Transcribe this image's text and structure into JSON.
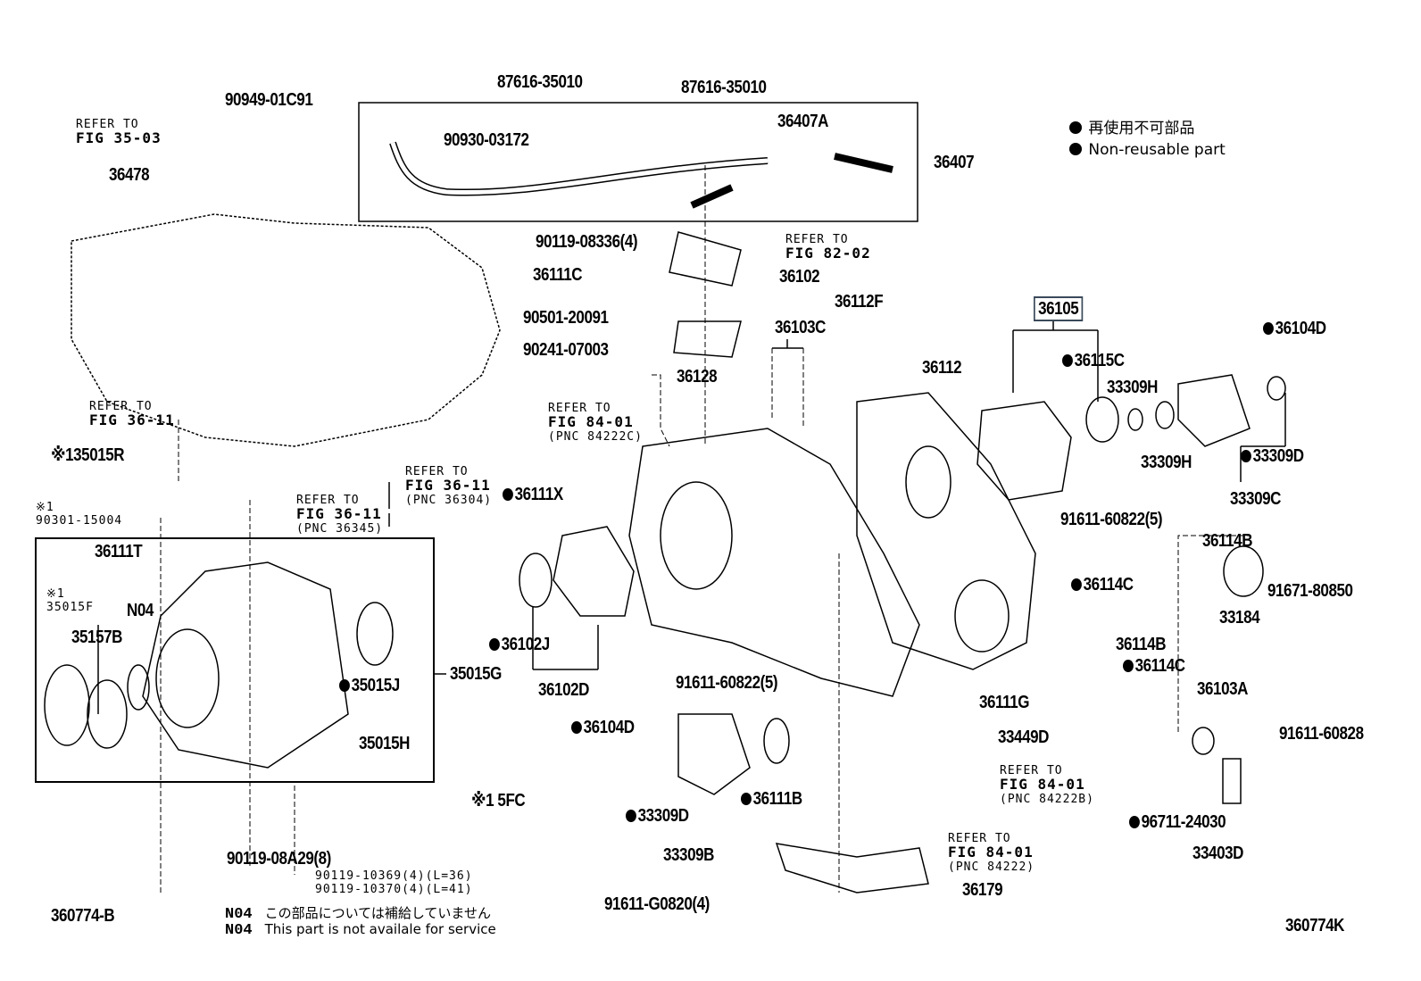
{
  "legend": {
    "jp": "再使用不可部品",
    "en": "Non-reusable part"
  },
  "labels": [
    {
      "text": "87616-35010"
    },
    {
      "text": "87616-35010"
    },
    {
      "text": "90949-01C91"
    },
    {
      "lines": [
        "REFER TO",
        "FIG 35-03"
      ]
    },
    {
      "text": "36478"
    },
    {
      "text": "90930-03172"
    },
    {
      "text": "36407A"
    },
    {
      "text": "36407"
    },
    {
      "text": "90119-08336(4)"
    },
    {
      "lines": [
        "REFER TO",
        "FIG 82-02"
      ]
    },
    {
      "text": "36111C"
    },
    {
      "text": "36102"
    },
    {
      "text": "90501-20091"
    },
    {
      "text": "36112F"
    },
    {
      "text": "36105"
    },
    {
      "text": "36104D",
      "bullet": true
    },
    {
      "text": "90241-07003"
    },
    {
      "text": "36103C"
    },
    {
      "text": "36115C",
      "bullet": true
    },
    {
      "text": "36112"
    },
    {
      "text": "36128"
    },
    {
      "text": "33309H"
    },
    {
      "lines": [
        "REFER TO",
        "FIG 36-11"
      ]
    },
    {
      "lines": [
        "REFER TO",
        "FIG 84-01",
        "(PNC 84222C)"
      ]
    },
    {
      "text": "※135015R"
    },
    {
      "text": "33309H"
    },
    {
      "text": "33309D",
      "bullet": true
    },
    {
      "lines": [
        "REFER TO",
        "FIG 36-11",
        "(PNC 36304)"
      ]
    },
    {
      "text": "36111X",
      "bullet": true
    },
    {
      "text": "33309C"
    },
    {
      "lines": [
        "※1",
        "90301-15004"
      ]
    },
    {
      "lines": [
        "REFER TO",
        "FIG 36-11",
        "(PNC 36345)"
      ]
    },
    {
      "text": "91611-60822(5)"
    },
    {
      "text": "36111T"
    },
    {
      "text": "36114B"
    },
    {
      "text": "36114C",
      "bullet": true
    },
    {
      "text": "91671-80850"
    },
    {
      "lines": [
        "※1",
        "35015F"
      ]
    },
    {
      "text": "N04"
    },
    {
      "text": "35157B"
    },
    {
      "text": "33184"
    },
    {
      "text": "36102J",
      "bullet": true
    },
    {
      "text": "36114B"
    },
    {
      "text": "36114C",
      "bullet": true
    },
    {
      "text": "35015J",
      "bullet": true
    },
    {
      "text": "35015G"
    },
    {
      "text": "36102D"
    },
    {
      "text": "91611-60822(5)"
    },
    {
      "text": "36111G"
    },
    {
      "text": "36103A"
    },
    {
      "text": "35015H"
    },
    {
      "text": "36104D",
      "bullet": true
    },
    {
      "text": "33449D"
    },
    {
      "text": "91611-60828"
    },
    {
      "lines": [
        "REFER TO",
        "FIG 84-01",
        "(PNC 84222B)"
      ]
    },
    {
      "text": "36111B",
      "bullet": true
    },
    {
      "text": "※1 5FC"
    },
    {
      "text": "33309D",
      "bullet": true
    },
    {
      "text": "96711-24030",
      "bullet": true
    },
    {
      "lines": [
        "REFER TO",
        "FIG 84-01",
        "(PNC 84222)"
      ]
    },
    {
      "text": "33309B"
    },
    {
      "text": "33403D"
    },
    {
      "text": "90119-08A29(8)"
    },
    {
      "lines": [
        "90119-10369(4)(L=36)",
        "90119-10370(4)(L=41)"
      ]
    },
    {
      "text": "36179"
    },
    {
      "text": "91611-G0820(4)"
    },
    {
      "text": "360774-B"
    },
    {
      "text": "360774K"
    }
  ],
  "notes": [
    {
      "code": "N04",
      "text": "この部品については補給していません"
    },
    {
      "code": "N04",
      "text": "This part is not availale for service"
    }
  ]
}
